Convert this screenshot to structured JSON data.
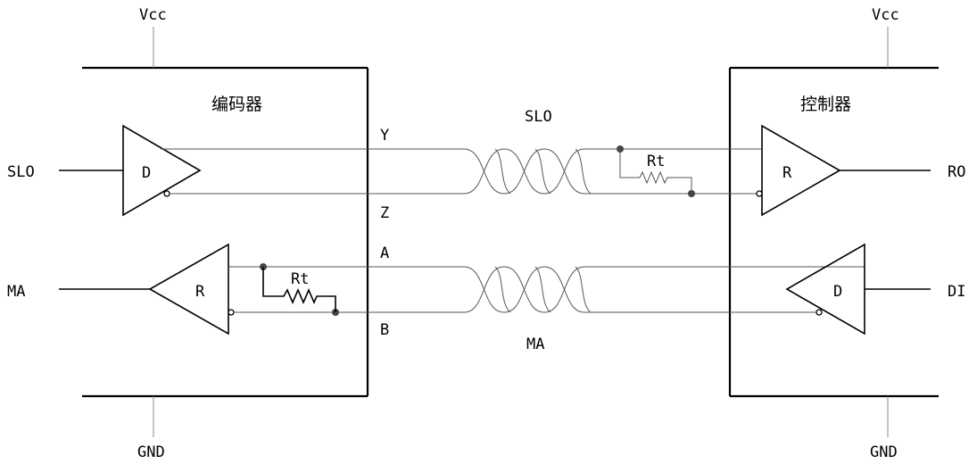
{
  "left_block": {
    "vcc": "Vcc",
    "gnd": "GND",
    "title": "编码器",
    "driver_label": "D",
    "receiver_label": "R",
    "input_label": "SLO",
    "output_label": "MA",
    "resistor_label": "Rt"
  },
  "right_block": {
    "vcc": "Vcc",
    "gnd": "GND",
    "title": "控制器",
    "receiver_label": "R",
    "driver_label": "D",
    "output_label": "RO",
    "input_label": "DI",
    "resistor_label": "Rt"
  },
  "pins": {
    "y": "Y",
    "z": "Z",
    "a": "A",
    "b": "B"
  },
  "cables": {
    "top": "SLO",
    "bottom": "MA"
  }
}
